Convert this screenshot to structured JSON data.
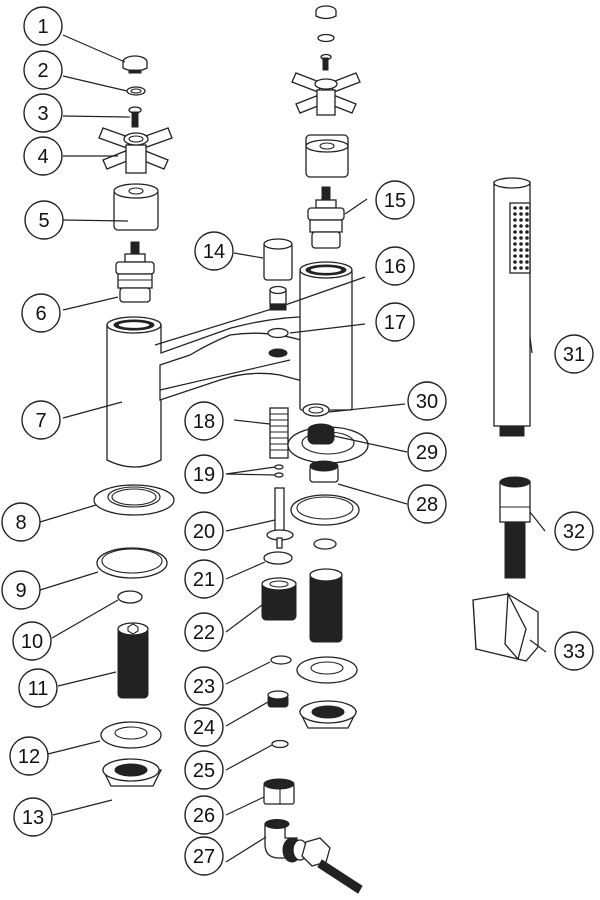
{
  "diagram": {
    "title": "Exploded view - bath shower mixer tap",
    "callouts": [
      {
        "id": "1",
        "label": "1"
      },
      {
        "id": "2",
        "label": "2"
      },
      {
        "id": "3",
        "label": "3"
      },
      {
        "id": "4",
        "label": "4"
      },
      {
        "id": "5",
        "label": "5"
      },
      {
        "id": "6",
        "label": "6"
      },
      {
        "id": "7",
        "label": "7"
      },
      {
        "id": "8",
        "label": "8"
      },
      {
        "id": "9",
        "label": "9"
      },
      {
        "id": "10",
        "label": "10"
      },
      {
        "id": "11",
        "label": "11"
      },
      {
        "id": "12",
        "label": "12"
      },
      {
        "id": "13",
        "label": "13"
      },
      {
        "id": "14",
        "label": "14"
      },
      {
        "id": "15",
        "label": "15"
      },
      {
        "id": "16",
        "label": "16"
      },
      {
        "id": "17",
        "label": "17"
      },
      {
        "id": "18",
        "label": "18"
      },
      {
        "id": "19",
        "label": "19"
      },
      {
        "id": "20",
        "label": "20"
      },
      {
        "id": "21",
        "label": "21"
      },
      {
        "id": "22",
        "label": "22"
      },
      {
        "id": "23",
        "label": "23"
      },
      {
        "id": "24",
        "label": "24"
      },
      {
        "id": "25",
        "label": "25"
      },
      {
        "id": "26",
        "label": "26"
      },
      {
        "id": "27",
        "label": "27"
      },
      {
        "id": "28",
        "label": "28"
      },
      {
        "id": "29",
        "label": "29"
      },
      {
        "id": "30",
        "label": "30"
      },
      {
        "id": "31",
        "label": "31"
      },
      {
        "id": "32",
        "label": "32"
      },
      {
        "id": "33",
        "label": "33"
      }
    ]
  }
}
